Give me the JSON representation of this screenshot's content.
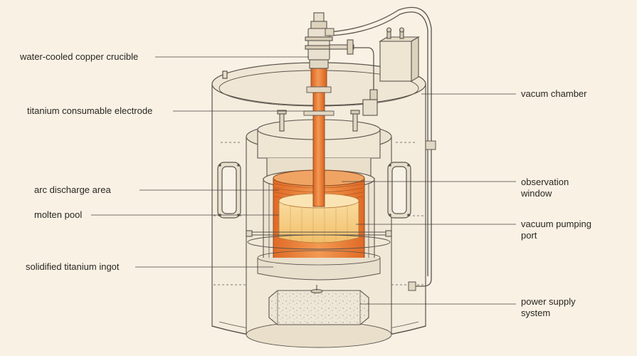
{
  "labels": {
    "crucible": "water-cooled copper crucible",
    "electrode": "titanium consumable electrode",
    "arc": "arc discharge area",
    "pool": "molten pool",
    "ingot": "solidified titanium ingot",
    "chamber": "vacum chamber",
    "window": "observation\nwindow",
    "pumping": "vacuum pumping\nport",
    "power": "power supply\nsystem"
  },
  "colors": {
    "background": "#f8f1e4",
    "outline": "#5b544c",
    "copper_orange": "#e9813c",
    "molten_yellow": "#f4c97c",
    "text": "#2a2622"
  }
}
